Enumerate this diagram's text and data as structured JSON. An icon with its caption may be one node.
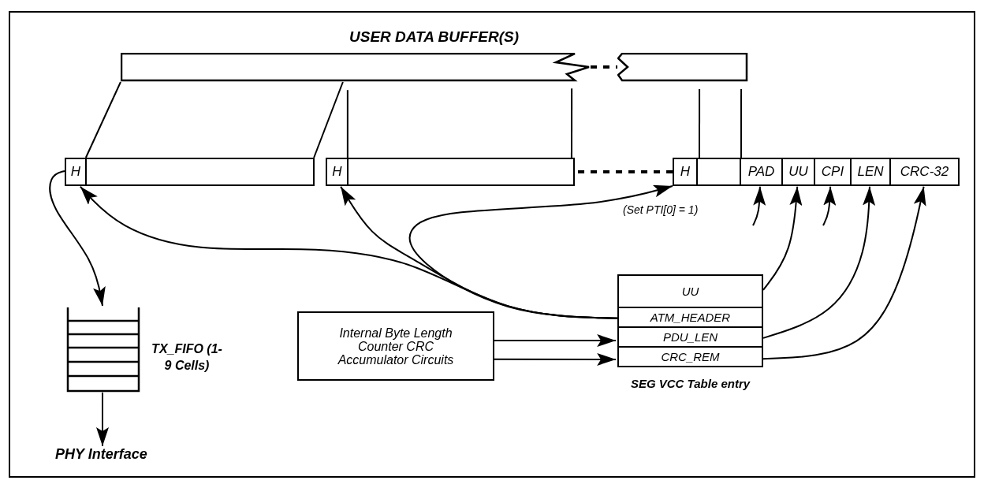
{
  "diagram": {
    "nodes": [
      {
        "text": [
          "USER DATA BUFFER(S)"
        ]
      },
      {
        "text": [],
        "shape": "box"
      },
      {
        "text": [
          "H"
        ]
      },
      {
        "text": [],
        "shape": "box"
      },
      {
        "text": [
          "H"
        ]
      },
      {
        "text": [],
        "shape": "box"
      },
      {
        "text": [
          "H"
        ]
      },
      {
        "text": [],
        "shape": "box"
      },
      {
        "text": [
          "PAD"
        ]
      },
      {
        "text": [
          "UU"
        ]
      },
      {
        "text": [
          "CPI"
        ]
      },
      {
        "text": [
          "LEN"
        ]
      },
      {
        "text": [
          "CRC-32"
        ]
      },
      {
        "text": [
          "TX_FIFO (1-9 Cells)"
        ]
      },
      {
        "text": [
          "PHY Interface"
        ]
      },
      {
        "text": [
          "Internal Byte Length Counter CRC Accumulator Circuits"
        ]
      },
      {
        "text": [
          "SEG VCC Table entry"
        ]
      },
      {
        "text": [
          "UU"
        ],
        "in": 16
      },
      {
        "text": [
          "ATM_HEADER"
        ],
        "in": 16
      },
      {
        "text": [
          "PDU_LEN"
        ],
        "in": 16
      },
      {
        "text": [
          "CRC_REM"
        ],
        "in": 16
      }
    ],
    "edges": [
      {
        "from": 0,
        "to": 1,
        "arrow": "none",
        "style": "dashed"
      },
      {
        "from": 0,
        "to": 3,
        "arrow": "none"
      },
      {
        "from": 0,
        "to": 3,
        "arrow": "none"
      },
      {
        "from": 0,
        "to": 5,
        "arrow": "none"
      },
      {
        "from": 0,
        "to": 5,
        "arrow": "none"
      },
      {
        "from": 1,
        "to": 7,
        "arrow": "none"
      },
      {
        "from": 1,
        "to": 7,
        "arrow": "none"
      },
      {
        "from": 5,
        "to": 6,
        "arrow": "none",
        "style": "dashed"
      },
      {
        "from": 2,
        "to": 13,
        "arrow": "to"
      },
      {
        "from": 13,
        "to": 14,
        "arrow": "to"
      },
      {
        "from": 18,
        "to": 2,
        "arrow": "to"
      },
      {
        "from": 18,
        "to": 4,
        "arrow": "to"
      },
      {
        "from": 18,
        "to": 6,
        "arrow": "to",
        "label": "(Set PTI[0] = 1)"
      },
      {
        "from": 17,
        "to": 9,
        "arrow": "to"
      },
      {
        "from": 19,
        "to": 11,
        "arrow": "to"
      },
      {
        "from": 20,
        "to": 12,
        "arrow": "to"
      },
      {
        "from": null,
        "to": 8,
        "arrow": "to"
      },
      {
        "from": null,
        "to": 10,
        "arrow": "to"
      },
      {
        "from": 15,
        "to": 19,
        "arrow": "to"
      },
      {
        "from": 15,
        "to": 20,
        "arrow": "to"
      }
    ]
  }
}
